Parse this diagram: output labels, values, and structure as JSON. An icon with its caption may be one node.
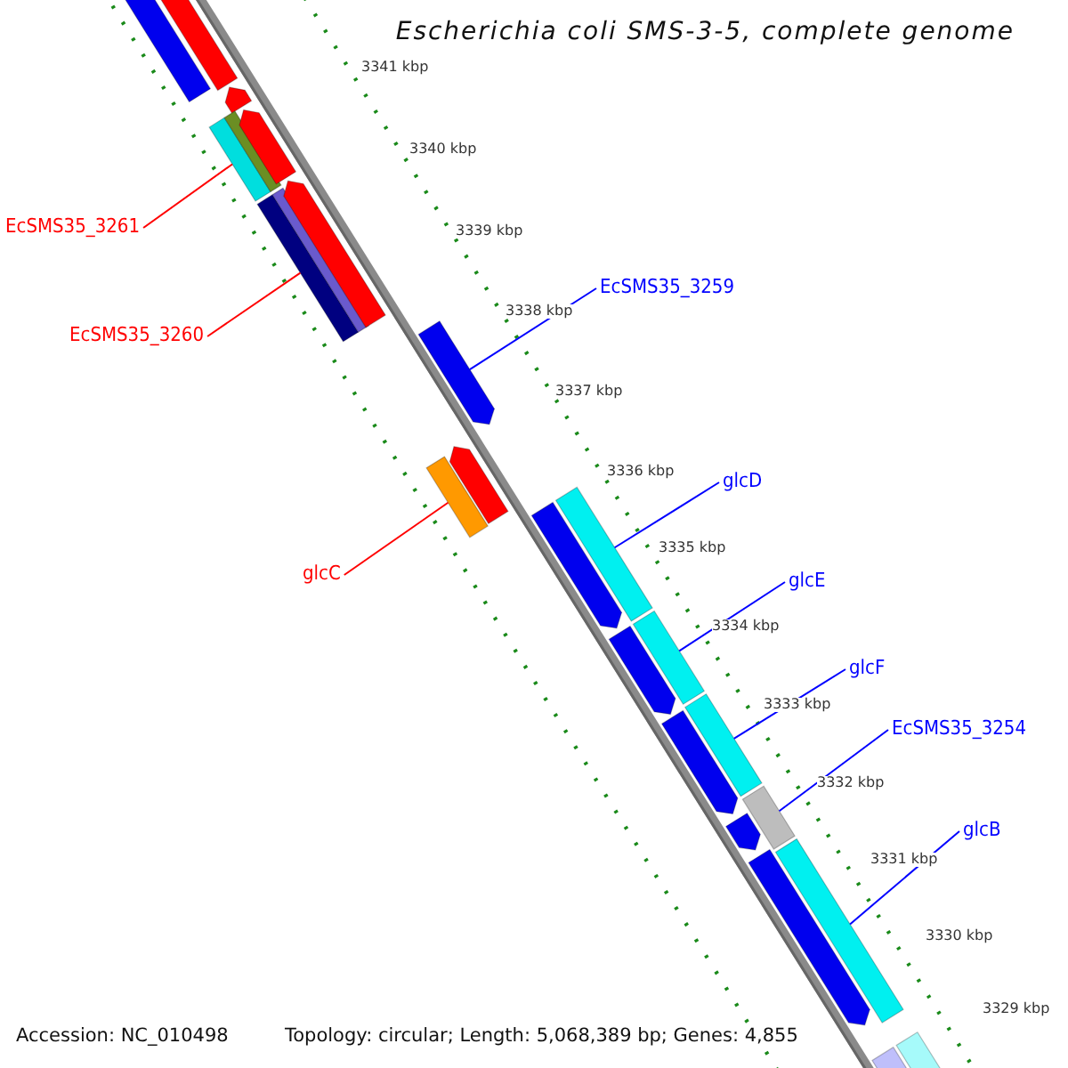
{
  "diagram": {
    "title": "Escherichia coli SMS-3-5, complete genome",
    "nodes": [
      {
        "text": [
          "EcSMS35_3261"
        ]
      },
      {
        "text": [
          "EcSMS35_3259"
        ]
      },
      {
        "text": [
          "EcSMS35_3260"
        ]
      },
      {
        "text": [
          "glcD"
        ]
      },
      {
        "text": [
          "glcC"
        ]
      },
      {
        "text": [
          "glcE"
        ]
      },
      {
        "text": [
          "glcF"
        ]
      },
      {
        "text": [
          "EcSMS35_3254"
        ]
      },
      {
        "text": [
          "glcB"
        ]
      },
      {
        "text": [],
        "shape": "bar"
      },
      {
        "text": [],
        "shape": "arrow"
      },
      {
        "text": [],
        "shape": "arrow"
      },
      {
        "text": [],
        "shape": "bar"
      },
      {
        "text": [],
        "shape": "bar"
      },
      {
        "text": [],
        "shape": "arrow"
      },
      {
        "text": [],
        "shape": "bar"
      },
      {
        "text": [],
        "shape": "bar"
      },
      {
        "text": [],
        "shape": "arrow"
      },
      {
        "text": [],
        "shape": "arrow"
      },
      {
        "text": [],
        "shape": "bar"
      },
      {
        "text": [],
        "shape": "arrow"
      },
      {
        "text": [],
        "shape": "arrow"
      },
      {
        "text": [],
        "shape": "bar"
      },
      {
        "text": [],
        "shape": "arrow"
      },
      {
        "text": [],
        "shape": "bar"
      },
      {
        "text": [],
        "shape": "arrow"
      },
      {
        "text": [],
        "shape": "bar"
      },
      {
        "text": [],
        "shape": "arrow"
      },
      {
        "text": [],
        "shape": "bar"
      },
      {
        "text": [],
        "shape": "arrow"
      },
      {
        "text": [],
        "shape": "bar"
      },
      {
        "text": [],
        "shape": "bar"
      },
      {
        "text": [],
        "shape": "bar"
      }
    ],
    "edges": [
      {
        "from": 0,
        "to": 12,
        "arrow": "none",
        "color": "#ff0000"
      },
      {
        "from": 1,
        "to": 18,
        "arrow": "none"
      },
      {
        "from": 2,
        "to": 15,
        "arrow": "none",
        "color": "#ff0000"
      },
      {
        "from": 3,
        "to": 22,
        "arrow": "none"
      },
      {
        "from": 4,
        "to": 19,
        "arrow": "none",
        "color": "#ff0000"
      },
      {
        "from": 5,
        "to": 24,
        "arrow": "none"
      },
      {
        "from": 6,
        "to": 26,
        "arrow": "none"
      },
      {
        "from": 7,
        "to": 28,
        "arrow": "none"
      },
      {
        "from": 8,
        "to": 30,
        "arrow": "none"
      }
    ],
    "labels": [
      "3341 kbp",
      "3340 kbp",
      "3339 kbp",
      "3338 kbp",
      "3337 kbp",
      "3336 kbp",
      "3335 kbp",
      "3334 kbp",
      "3333 kbp",
      "3332 kbp",
      "3331 kbp",
      "3330 kbp",
      "3329 kbp",
      "Accession: NC_010498",
      "Topology: circular; Length: 5,068,389 bp; Genes: 4,855"
    ]
  }
}
